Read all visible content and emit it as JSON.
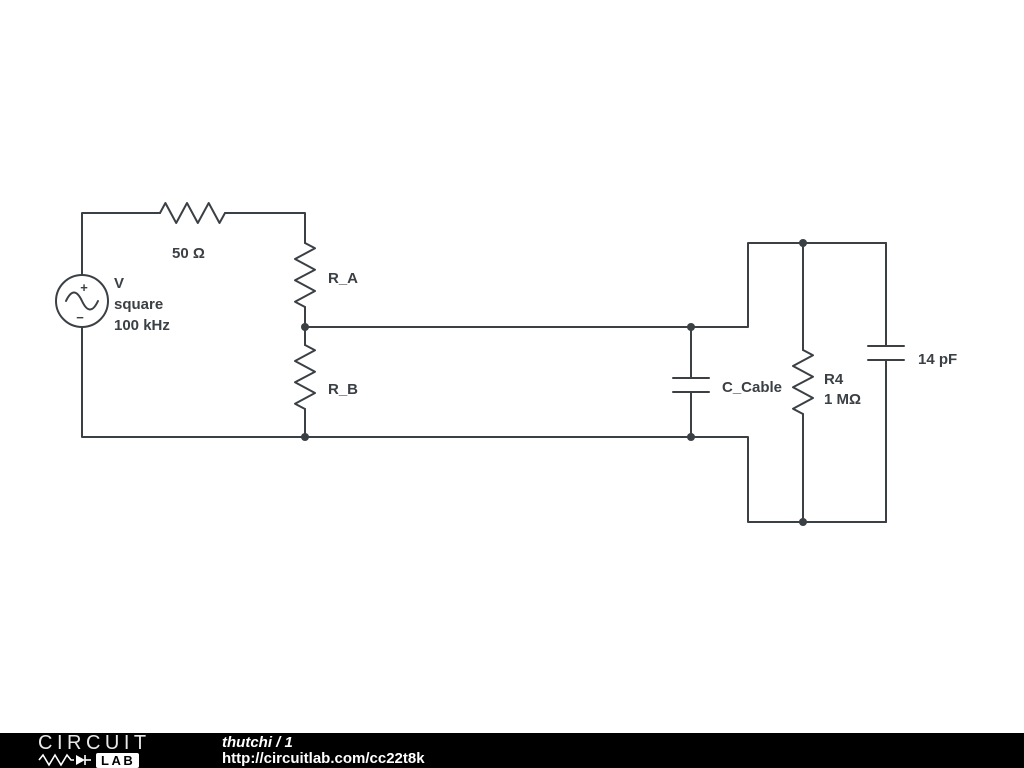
{
  "colors": {
    "background": "#ffffff",
    "wire": "#3b4045",
    "footer_bg": "#000000",
    "footer_text": "#ffffff"
  },
  "circuit": {
    "voltage_source": {
      "name": "V",
      "waveform": "square",
      "frequency": "100 kHz",
      "plus": "+",
      "minus": "−"
    },
    "series_resistor": {
      "value": "50 Ω"
    },
    "resistor_a": {
      "label": "R_A"
    },
    "resistor_b": {
      "label": "R_B"
    },
    "cable_capacitor": {
      "label": "C_Cable"
    },
    "resistor_4": {
      "label": "R4",
      "value": "1 MΩ"
    },
    "probe_capacitor": {
      "value": "14 pF"
    }
  },
  "footer": {
    "logo_word": "CIRCUIT",
    "logo_lab": "LAB",
    "author": "thutchi",
    "page_label": "/ 1",
    "url": "http://circuitlab.com/cc22t8k"
  }
}
